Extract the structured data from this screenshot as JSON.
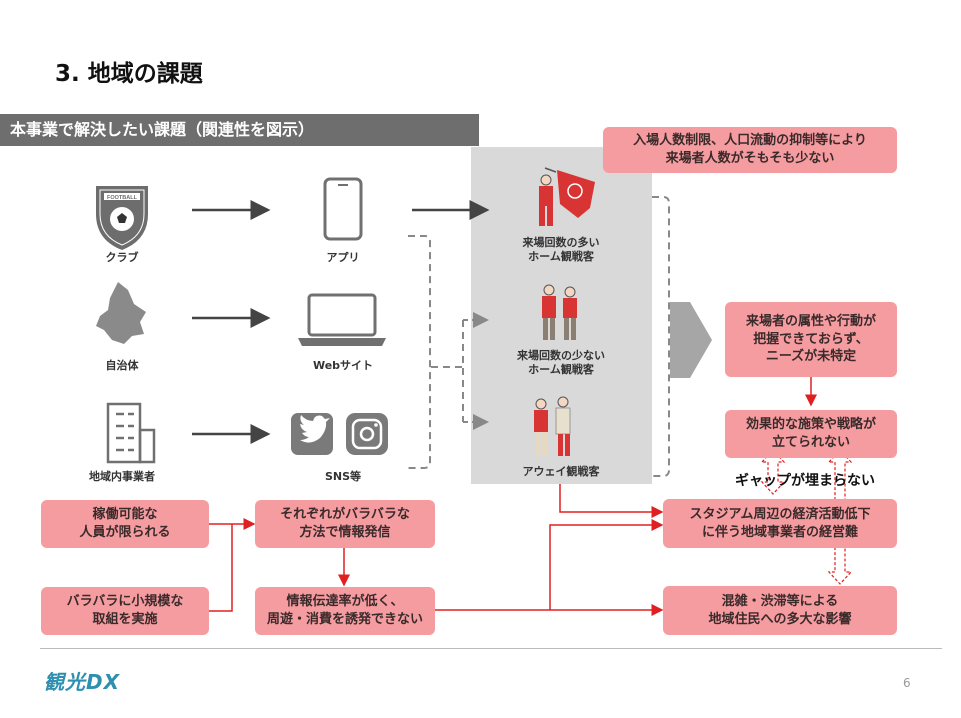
{
  "page": {
    "title": "3. 地域の課題",
    "banner": "本事業で解決したい課題（関連性を図示）",
    "page_number": "6",
    "logo_text": "観光DX"
  },
  "actors": [
    {
      "label": "クラブ",
      "icon": "football-club-emblem-icon",
      "badge_text": "FOOTBALL"
    },
    {
      "label": "自治体",
      "icon": "prefecture-map-icon"
    },
    {
      "label": "地域内事業者",
      "icon": "building-icon"
    }
  ],
  "channels": [
    {
      "label": "アプリ",
      "icon": "smartphone-icon"
    },
    {
      "label": "Webサイト",
      "icon": "laptop-icon"
    },
    {
      "label": "SNS等",
      "icon": "sns-icons"
    }
  ],
  "visitors": [
    {
      "label": "来場回数の多い\nホーム観戦客",
      "icon": "fan-with-flag-icon"
    },
    {
      "label": "来場回数の少ない\nホーム観戦客",
      "icon": "couple-fans-icon"
    },
    {
      "label": "アウェイ観戦客",
      "icon": "away-fans-icon"
    }
  ],
  "issues": {
    "entry_limit": "入場人数制限、人口流動の抑制等により\n来場者人数がそもそも少ない",
    "attributes_unknown": "来場者の属性や行動が\n把握できておらず、\nニーズが未特定",
    "no_strategy": "効果的な施策や戦略が\n立てられない",
    "gap_label": "ギャップが埋まらない",
    "economic_decline": "スタジアム周辺の経済活動低下\nに伴う地域事業者の経営難",
    "congestion": "混雑・渋滞等による\n地域住民への多大な影響",
    "limited_staff": "稼働可能な\n人員が限られる",
    "small_scattered": "バラバラに小規模な\n取組を実施",
    "scattered_info": "それぞれがバラバラな\n方法で情報発信",
    "low_reach": "情報伝達率が低く、\n周遊・消費を誘発できない"
  },
  "colors": {
    "pink_box": "#f59ca1",
    "red_line": "#e02020",
    "banner_bg": "#6e6e6e",
    "gray_panel": "#d9d9d9"
  }
}
